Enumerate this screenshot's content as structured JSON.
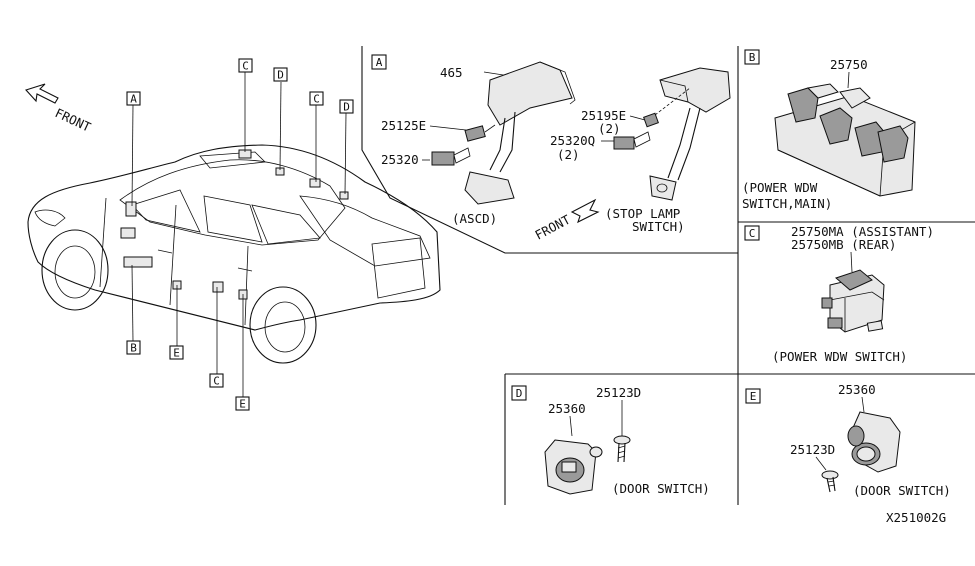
{
  "car": {
    "front_label": "FRONT",
    "callouts": [
      "A",
      "B",
      "C",
      "D",
      "C",
      "D",
      "C",
      "E",
      "E"
    ]
  },
  "panel_a": {
    "letter": "A",
    "parts": [
      "465",
      "25125E",
      "25320",
      "25195E",
      "25320Q"
    ],
    "qty_1": "(2)",
    "qty_2": "(2)",
    "caption_ascd": "(ASCD)",
    "caption_stop_lamp_1": "(STOP LAMP",
    "caption_stop_lamp_2": "SWITCH)",
    "front_label": "FRONT"
  },
  "panel_b": {
    "letter": "B",
    "part": "25750",
    "caption_1": "(POWER WDW",
    "caption_2": "SWITCH,MAIN)"
  },
  "panel_c": {
    "letter": "C",
    "part_1": "25750MA (ASSISTANT)",
    "part_2": "25750MB (REAR)",
    "caption": "(POWER WDW SWITCH)"
  },
  "panel_d": {
    "letter": "D",
    "part_1": "25360",
    "part_2": "25123D",
    "caption": "(DOOR SWITCH)"
  },
  "panel_e": {
    "letter": "E",
    "part_1": "25360",
    "part_2": "25123D",
    "caption": "(DOOR SWITCH)"
  },
  "diagram_code": "X251002G"
}
